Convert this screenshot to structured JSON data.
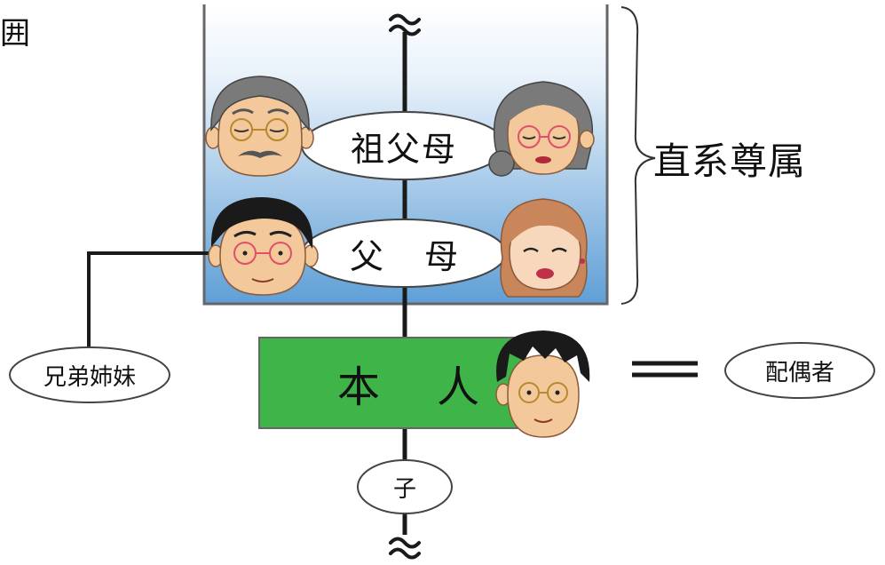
{
  "diagram": {
    "title_fragment": "囲",
    "lineal_ascendants_label": "直系尊属",
    "grandparents_label": "祖父母",
    "parents": {
      "father": "父",
      "mother": "母"
    },
    "self": {
      "part1": "本",
      "part2": "人"
    },
    "siblings_label": "兄弟姉妹",
    "spouse_label": "配偶者",
    "child_label": "子",
    "continuation_symbol": "≈",
    "colors": {
      "panel_top": "#ffffff",
      "panel_bottom": "#5f9fd6",
      "panel_border": "#666666",
      "self_box": "#3fb549",
      "line": "#1a1a1a",
      "skin": "#f3c89a",
      "hair_gray": "#7a7a7a",
      "hair_black": "#1a1a1a",
      "hair_brown": "#c9865a",
      "glasses_gold": "#b8892f",
      "glasses_pink": "#e0506a"
    },
    "icons": [
      "grandfather-face-icon",
      "grandmother-face-icon",
      "father-face-icon",
      "mother-face-icon",
      "self-face-icon"
    ]
  }
}
